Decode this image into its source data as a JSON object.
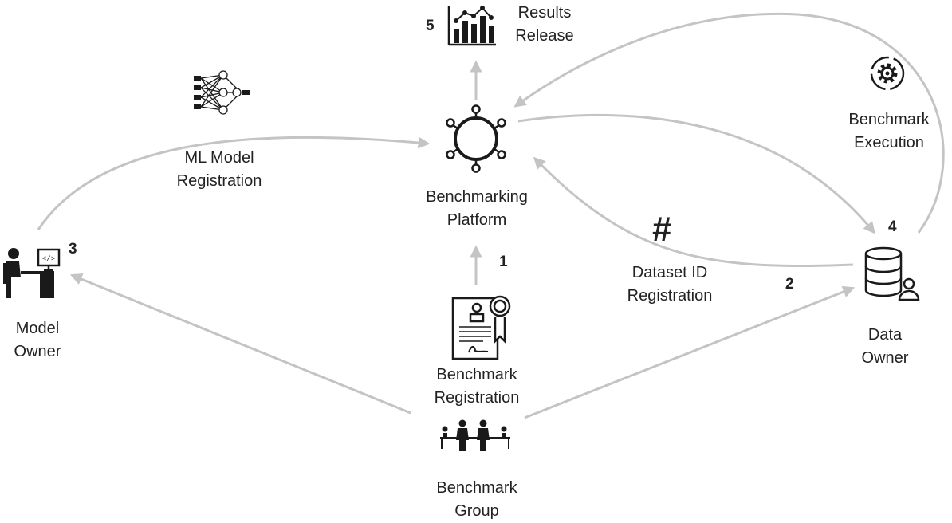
{
  "nodes": {
    "results": {
      "line1": "Results",
      "line2": "Release",
      "step": "5"
    },
    "platform": {
      "line1": "Benchmarking",
      "line2": "Platform"
    },
    "ml_model": {
      "line1": "ML Model",
      "line2": "Registration"
    },
    "execution": {
      "line1": "Benchmark",
      "line2": "Execution"
    },
    "model_owner": {
      "line1": "Model",
      "line2": "Owner",
      "step": "3"
    },
    "data_owner": {
      "line1": "Data",
      "line2": "Owner",
      "step": "4"
    },
    "dataset_id": {
      "line1": "Dataset ID",
      "line2": "Registration",
      "symbol": "#",
      "step": "2"
    },
    "registration": {
      "line1": "Benchmark",
      "line2": "Registration",
      "step": "1"
    },
    "group": {
      "line1": "Benchmark",
      "line2": "Group"
    }
  },
  "colors": {
    "arrow": "#c4c4c4",
    "icon": "#1a1a1a"
  }
}
